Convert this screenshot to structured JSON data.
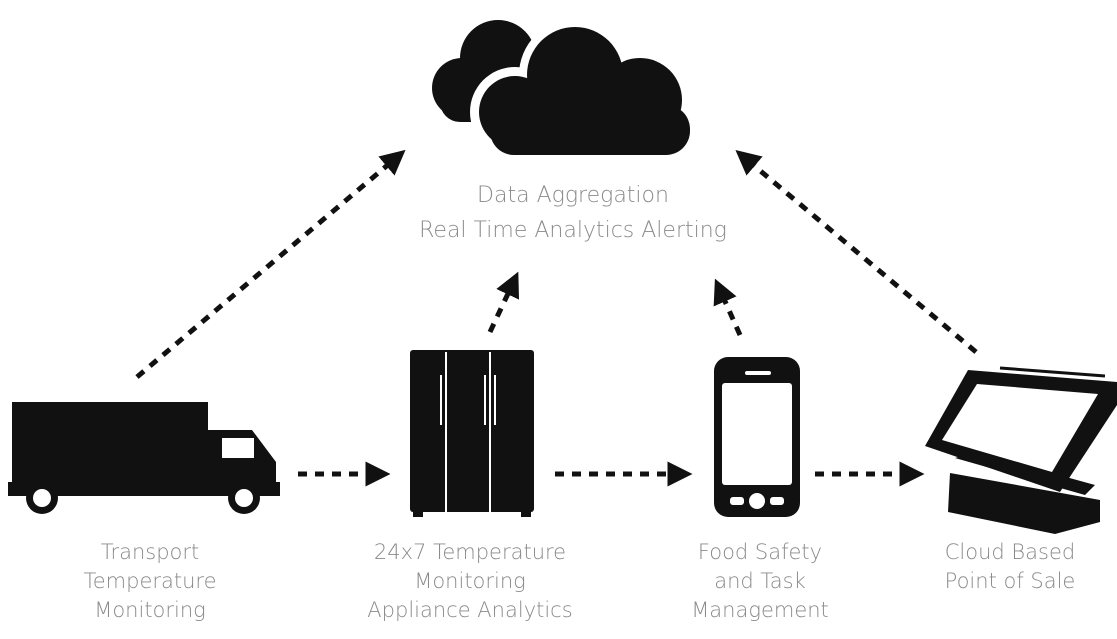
{
  "center": {
    "line1": "Data Aggregation",
    "line2": "Real Time Analytics Alerting"
  },
  "nodes": {
    "transport": {
      "line1": "Transport",
      "line2": "Temperature",
      "line3": "Monitoring",
      "icon": "truck-icon"
    },
    "fridge": {
      "line1": "24x7 Temperature",
      "line2": "Monitoring",
      "line3": "Appliance Analytics",
      "icon": "refrigerator-icon"
    },
    "food": {
      "line1": "Food Safety",
      "line2": "and Task",
      "line3": "Management",
      "icon": "smartphone-icon"
    },
    "pos": {
      "line1": "Cloud Based",
      "line2": "Point of Sale",
      "icon": "pos-terminal-icon"
    }
  },
  "cloud_icon": "cloud-icon",
  "colors": {
    "icon": "#111111",
    "text": "#8a8a8a",
    "background": "#ffffff"
  }
}
